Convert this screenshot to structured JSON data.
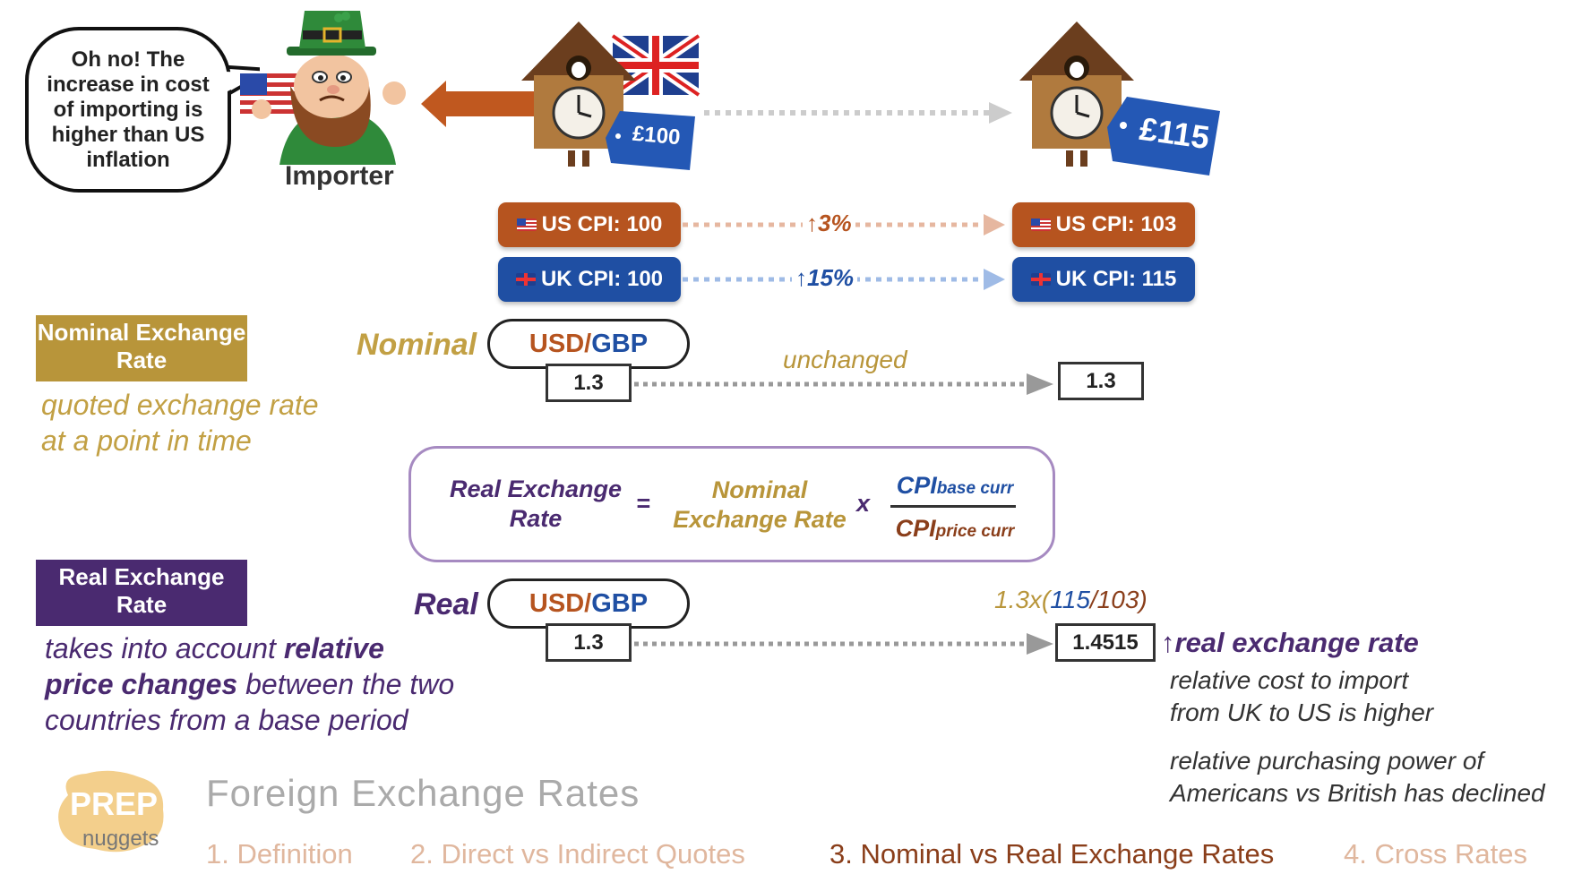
{
  "bubble": {
    "text": "Oh no! The increase in cost of importing is higher than US inflation"
  },
  "importer": {
    "label": "Importer"
  },
  "price_tags": {
    "before": "£100",
    "after": "£115"
  },
  "cpi": {
    "us_start": "US CPI: 100",
    "us_end": "US CPI: 103",
    "us_change": "3%",
    "uk_start": "UK CPI: 100",
    "uk_end": "UK CPI: 115",
    "uk_change": "15%"
  },
  "nominal": {
    "section_label": "Nominal Exchange Rate",
    "description": [
      "quoted exchange rate",
      "at a point in time"
    ],
    "big_label": "Nominal",
    "pair_usd": "USD",
    "pair_slash": "/",
    "pair_gbp": "GBP",
    "start_value": "1.3",
    "end_value": "1.3",
    "note": "unchanged"
  },
  "formula": {
    "lhs_line1": "Real Exchange",
    "lhs_line2": "Rate",
    "equals": "=",
    "mid_line1": "Nominal",
    "mid_line2": "Exchange Rate",
    "times": "x",
    "num_main": "CPI",
    "num_sub": "base curr",
    "den_main": "CPI",
    "den_sub": "price curr"
  },
  "real": {
    "section_label": "Real Exchange Rate",
    "desc_1a": "takes into account ",
    "desc_1b": "relative",
    "desc_2a": "price changes",
    "desc_2b": " between the two",
    "desc_3": "countries from a base period",
    "big_label": "Real",
    "pair_usd": "USD",
    "pair_slash": "/",
    "pair_gbp": "GBP",
    "start_value": "1.3",
    "end_value": "1.4515",
    "calc_a": "1.3x(",
    "calc_b": "115",
    "calc_c": "/103)",
    "arrow_label": "real exchange rate",
    "note_1": [
      "relative cost to import",
      "from UK to US is higher"
    ],
    "note_2": [
      "relative purchasing power of",
      "Americans vs British has declined"
    ]
  },
  "logo": {
    "line1": "PREP",
    "line2": "nuggets"
  },
  "footer": {
    "title": "Foreign Exchange Rates",
    "items": [
      "1. Definition",
      "2. Direct vs Indirect Quotes",
      "3. Nominal vs Real Exchange Rates",
      "4. Cross Rates"
    ]
  },
  "colors": {
    "us": "#b6541f",
    "uk": "#1f4fa3",
    "nominal": "#b8953a",
    "real": "#4a2a70",
    "formula_border": "#a68ac1",
    "footer_active": "#8a3e1a",
    "footer_inactive": "#e0b79e"
  }
}
